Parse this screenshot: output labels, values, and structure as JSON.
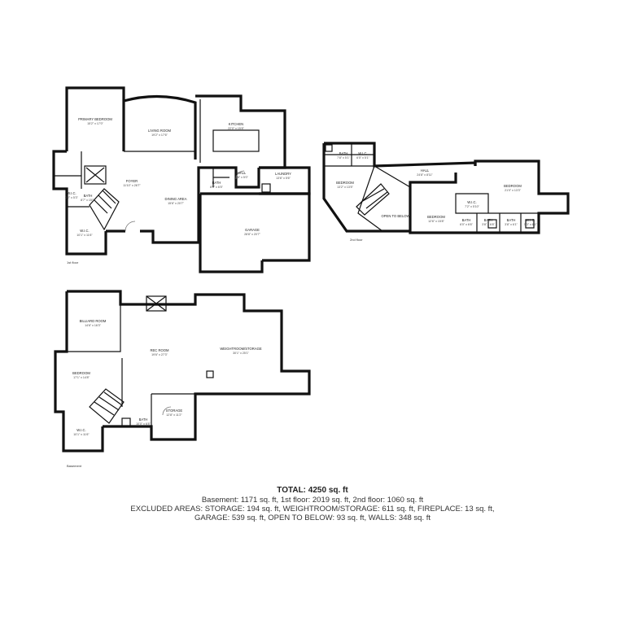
{
  "floors": {
    "first": {
      "label": "1st floor",
      "rooms": {
        "primary_bedroom": {
          "name": "PRIMARY BEDROOM",
          "dims": "15'2\" x 17'0\""
        },
        "living_room": {
          "name": "LIVING ROOM",
          "dims": "19'2\" x 17'6\""
        },
        "kitchen": {
          "name": "KITCHEN",
          "dims": "22'0\" x 15'8\""
        },
        "foyer": {
          "name": "FOYER",
          "dims": "11'10\" x 26'7\""
        },
        "dining_area": {
          "name": "DINING AREA",
          "dims": "15'6\" x 20'7\""
        },
        "bath_1": {
          "name": "BATH",
          "dims": "8'0\" x 6'5\""
        },
        "hall": {
          "name": "HALL",
          "dims": "3'8\" x 5'0\""
        },
        "laundry": {
          "name": "LAUNDRY",
          "dims": "13'6\" x 5'6\""
        },
        "wic_1": {
          "name": "W.I.C.",
          "dims": "6'2\" x 5'3\""
        },
        "bath_2": {
          "name": "BATH",
          "dims": "8'7\" x 15'0\""
        },
        "wic_2": {
          "name": "W.I.C.",
          "dims": "10'1\" x 11'6\""
        },
        "garage": {
          "name": "GARAGE",
          "dims": "28'8\" x 20'7\""
        }
      }
    },
    "second": {
      "label": "2nd floor",
      "rooms": {
        "bath_a": {
          "name": "BATH",
          "dims": "7'8\" x 5'1\""
        },
        "wic_a": {
          "name": "W.I.C.",
          "dims": "6'5\" x 5'1\""
        },
        "hall": {
          "name": "HALL",
          "dims": "24'8\" x 8'11\""
        },
        "bedroom_a": {
          "name": "BEDROOM",
          "dims": "13'2\" x 13'5\""
        },
        "bedroom_b": {
          "name": "BEDROOM",
          "dims": "21'0\" x 13'3\""
        },
        "open_to_below": {
          "name": "OPEN TO BELOW",
          "dims": ""
        },
        "bedroom_c": {
          "name": "BEDROOM",
          "dims": "12'6\" x 15'8\""
        },
        "wic_b": {
          "name": "W.I.C.",
          "dims": "7'2\" x 5'10\""
        },
        "bath_b": {
          "name": "BATH",
          "dims": "6'0\" x 6'6\""
        },
        "bath_c": {
          "name": "BATH",
          "dims": "3'8\" x 6'8\""
        },
        "bath_d": {
          "name": "BATH",
          "dims": "3'8\" x 6'1\""
        },
        "wic_c": {
          "name": "W.I.C.",
          "dims": "5'3\" x 6'1\""
        }
      }
    },
    "basement": {
      "label": "Basement",
      "rooms": {
        "billiard_room": {
          "name": "BILLIARD ROOM",
          "dims": "14'6\" x 16'3\""
        },
        "rec_room": {
          "name": "REC ROOM",
          "dims": "19'6\" x 27'3\""
        },
        "weightroom": {
          "name": "WEIGHTROOM/STORAGE",
          "dims": "30'1\" x 25'1\""
        },
        "bedroom": {
          "name": "BEDROOM",
          "dims": "17'1\" x 14'8\""
        },
        "storage": {
          "name": "STORAGE",
          "dims": "12'8\" x 11'2\""
        },
        "bath": {
          "name": "BATH",
          "dims": "10'0\" x 6'8\""
        },
        "wic": {
          "name": "W.I.C.",
          "dims": "10'1\" x 11'6\""
        }
      }
    }
  },
  "summary": {
    "total": "TOTAL: 4250 sq. ft",
    "line1": "Basement: 1171 sq. ft, 1st floor: 2019 sq. ft, 2nd floor: 1060 sq. ft",
    "line2": "EXCLUDED AREAS: STORAGE: 194 sq. ft, WEIGHTROOM/STORAGE: 611 sq. ft, FIREPLACE: 13 sq. ft,",
    "line3": "GARAGE: 539 sq. ft, OPEN TO BELOW: 93 sq. ft, WALLS: 348 sq. ft"
  }
}
